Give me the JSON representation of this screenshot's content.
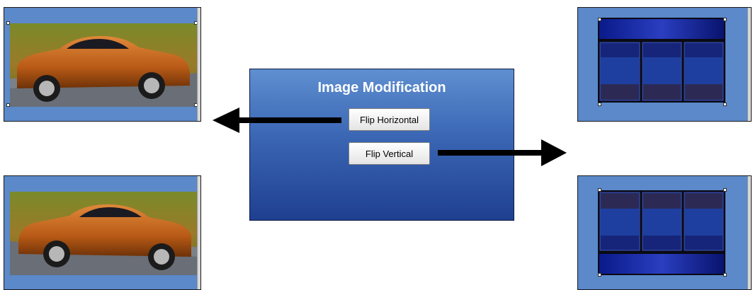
{
  "panel": {
    "title": "Image Modification",
    "buttons": {
      "flip_horizontal": "Flip Horizontal",
      "flip_vertical": "Flip Vertical"
    }
  },
  "icons": {
    "left_arrow": "arrow-left-icon",
    "right_arrow": "arrow-right-icon"
  },
  "colors": {
    "panel_top": "#5f8fd0",
    "panel_bottom": "#1f3f8f",
    "window_bg": "#5b89c9",
    "car_body": "#c4661a",
    "layout_block": "#1e3fa0"
  }
}
